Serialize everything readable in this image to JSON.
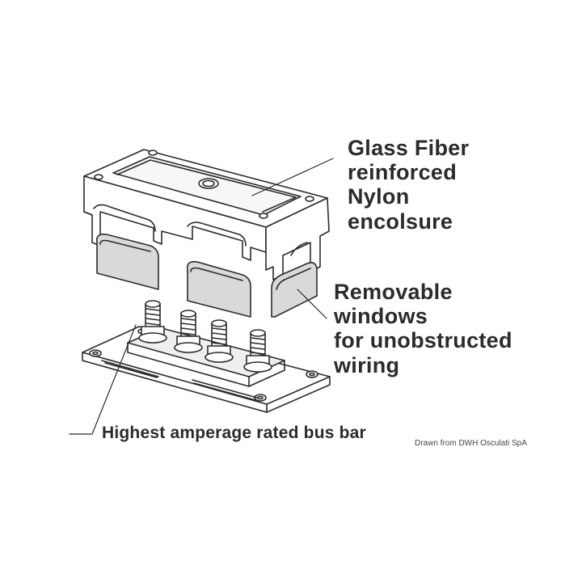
{
  "labels": {
    "enclosure": {
      "line1": "Glass Fiber",
      "line2": "reinforced",
      "line3": "Nylon",
      "line4": "encolsure"
    },
    "windows": {
      "line1": "Removable",
      "line2": "windows",
      "line3": "for unobstructed",
      "line4": "wiring"
    },
    "busbar": "Highest amperage rated bus bar"
  },
  "credit": "Drawn from DWH Osculati SpA",
  "colors": {
    "line": "#2b2b2b",
    "window_fill": "#d9d9d9",
    "base_fill": "#e8e8e8",
    "background": "#ffffff"
  }
}
